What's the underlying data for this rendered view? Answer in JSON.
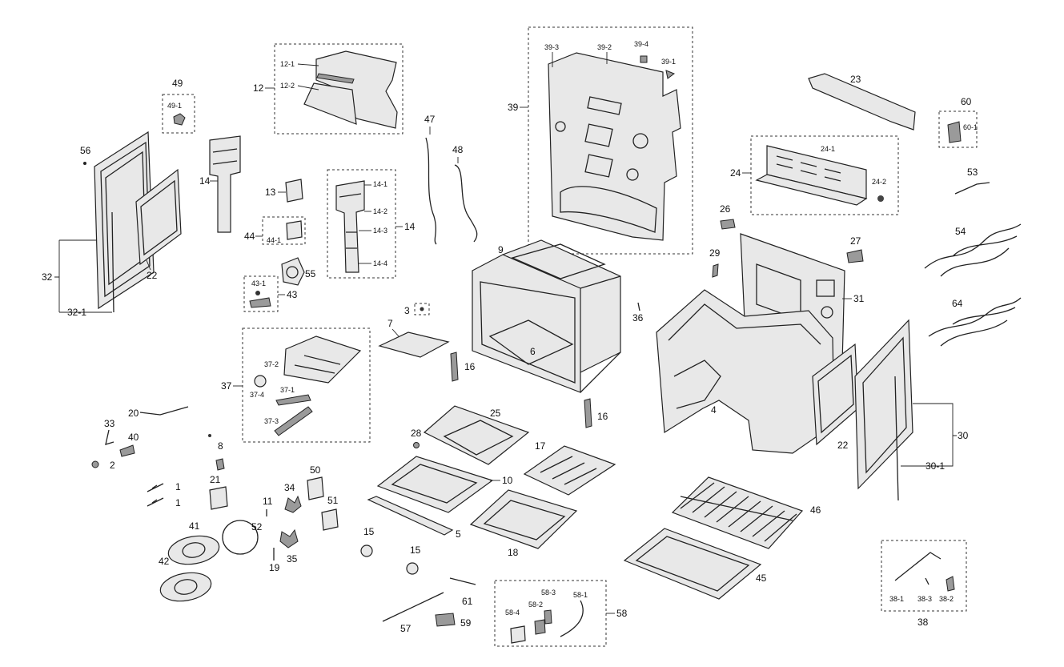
{
  "labels": {
    "p49": "49",
    "p49_1": "49-1",
    "p56": "56",
    "p32": "32",
    "p32_1": "32-1",
    "p22a": "22",
    "p14a": "14",
    "p12": "12",
    "p12_1": "12-1",
    "p12_2": "12-2",
    "p13": "13",
    "p44": "44",
    "p44_1": "44-1",
    "p55": "55",
    "p43": "43",
    "p43_1": "43-1",
    "p14b": "14",
    "p14_1": "14-1",
    "p14_2": "14-2",
    "p14_3": "14-3",
    "p14_4": "14-4",
    "p47": "47",
    "p48": "48",
    "p39": "39",
    "p39_1": "39-1",
    "p39_2": "39-2",
    "p39_3": "39-3",
    "p39_4": "39-4",
    "p9": "9",
    "p3": "3",
    "p7": "7",
    "p6": "6",
    "p16a": "16",
    "p16b": "16",
    "p36": "36",
    "p23": "23",
    "p60": "60",
    "p60_1": "60-1",
    "p24": "24",
    "p24_1": "24-1",
    "p24_2": "24-2",
    "p53": "53",
    "p26": "26",
    "p27": "27",
    "p29": "29",
    "p31": "31",
    "p54": "54",
    "p64": "64",
    "p4": "4",
    "p22b": "22",
    "p30": "30",
    "p30_1": "30-1",
    "p37": "37",
    "p37_1": "37-1",
    "p37_2": "37-2",
    "p37_3": "37-3",
    "p37_4": "37-4",
    "p20": "20",
    "p33": "33",
    "p40": "40",
    "p2": "2",
    "p8": "8",
    "p1a": "1",
    "p1b": "1",
    "p21": "21",
    "p11": "11",
    "p34": "34",
    "p50": "50",
    "p51": "51",
    "p41": "41",
    "p52": "52",
    "p42": "42",
    "p19": "19",
    "p35": "35",
    "p25": "25",
    "p28": "28",
    "p10": "10",
    "p17": "17",
    "p5": "5",
    "p15a": "15",
    "p15b": "15",
    "p18": "18",
    "p46": "46",
    "p45": "45",
    "p61": "61",
    "p57": "57",
    "p59": "59",
    "p58": "58",
    "p58_1": "58-1",
    "p58_2": "58-2",
    "p58_3": "58-3",
    "p58_4": "58-4",
    "p38": "38",
    "p38_1": "38-1",
    "p38_2": "38-2",
    "p38_3": "38-3"
  }
}
